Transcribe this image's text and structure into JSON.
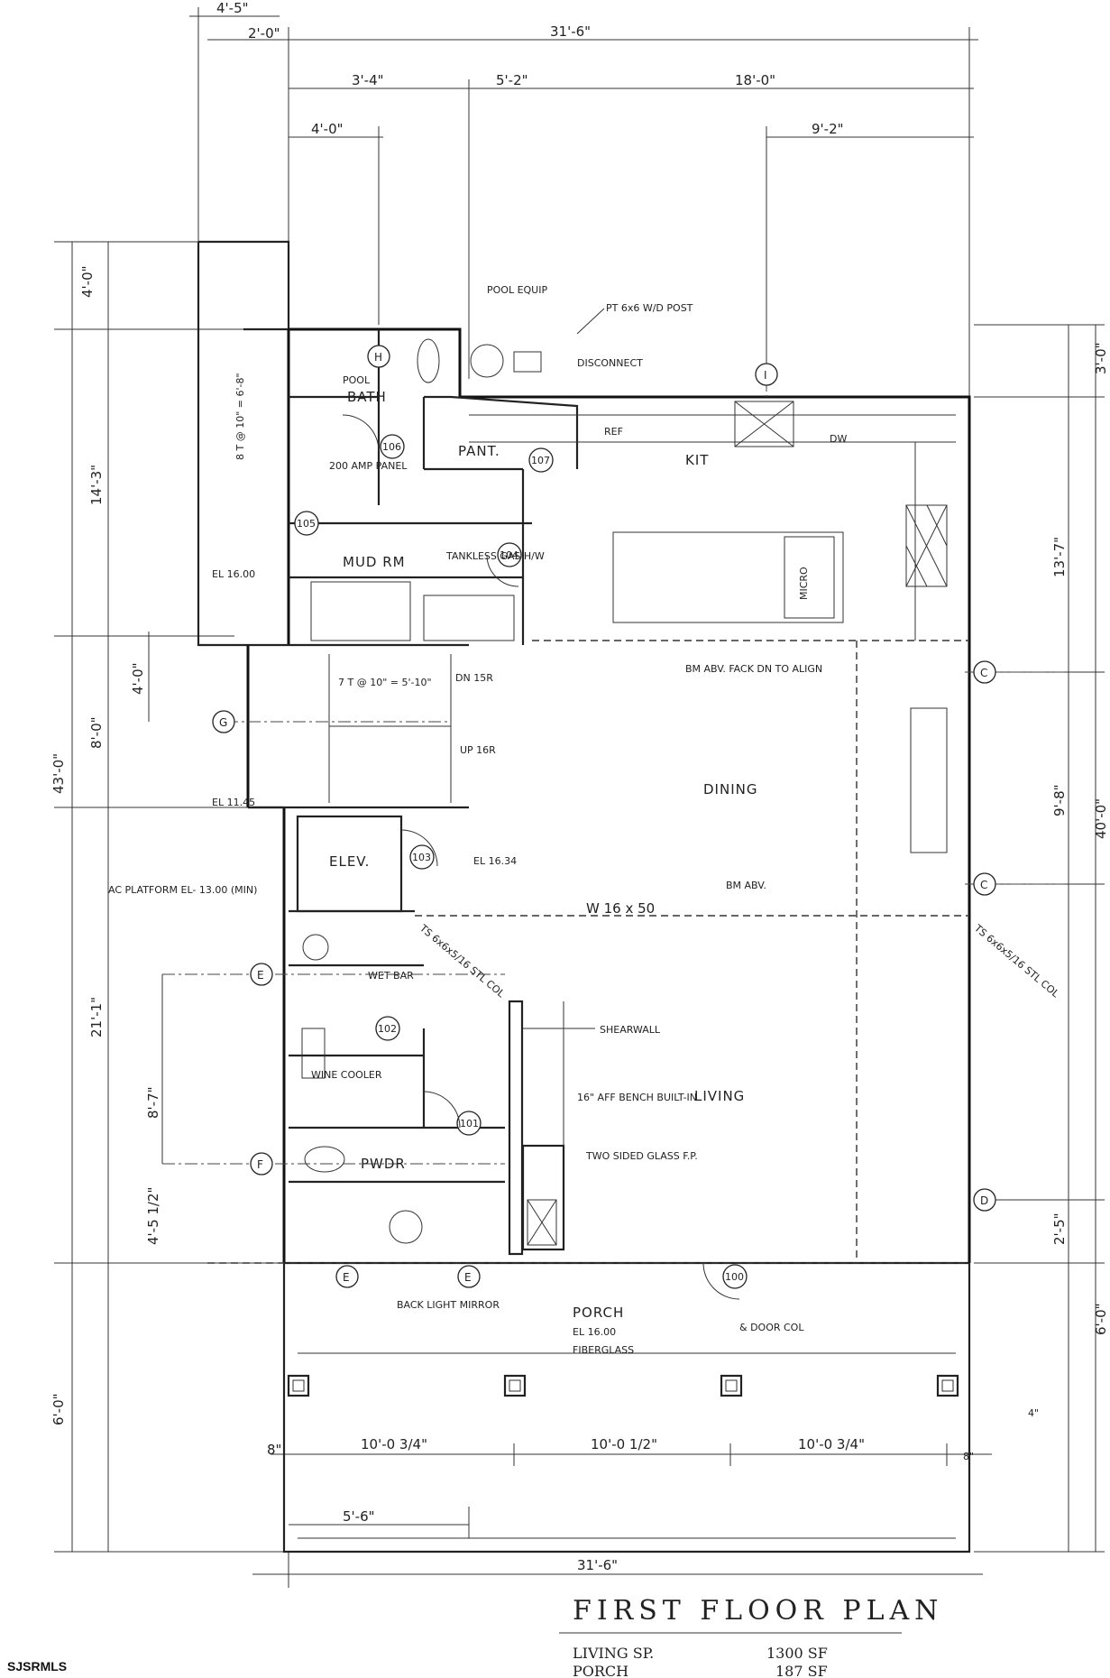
{
  "title": "FIRST FLOOR PLAN",
  "areas": [
    {
      "label": "LIVING SP.",
      "value": "1300 SF"
    },
    {
      "label": "PORCH",
      "value": "187 SF"
    }
  ],
  "watermark": "SJSRMLS",
  "dims": {
    "top_overall": "31'-6\"",
    "top_a": "4'-5\"",
    "top_b": "2'-0\"",
    "top_c": "3'-4\"",
    "top_d": "5'-2\"",
    "top_e": "18'-0\"",
    "top_f": "4'-0\"",
    "top_g": "9'-2\"",
    "left_overall": "43'-0\"",
    "left_a": "4'-0\"",
    "left_b": "14'-3\"",
    "left_c": "8'-0\"",
    "left_d": "21'-1\"",
    "left_e": "6'-0\"",
    "left_f": "4'-0\"",
    "left_g": "8'-7\"",
    "left_h": "4'-5 1/2\"",
    "right_overall": "40'-0\"",
    "right_a": "3'-0\"",
    "right_b": "13'-7\"",
    "right_c": "9'-8\"",
    "right_d": "2'-5\"",
    "right_e": "6'-0\"",
    "bot_overall": "31'-6\"",
    "bot_a": "8\"",
    "bot_b": "10'-0 3/4\"",
    "bot_c": "10'-0 1/2\"",
    "bot_d": "10'-0 3/4\"",
    "bot_e": "5'-6\"",
    "bot_f": "4\"",
    "bot_g": "8\""
  },
  "rooms": {
    "bath": "BATH",
    "pool_bath": "POOL",
    "pant": "PANT.",
    "kit": "KIT",
    "mud": "MUD RM",
    "dining": "DINING",
    "elev": "ELEV.",
    "living": "LIVING",
    "pwdr": "PWDR",
    "porch": "PORCH",
    "wetbar": "WET BAR",
    "wine": "WINE COOLER"
  },
  "notes": {
    "pool_equip": "POOL EQUIP",
    "post": "PT 6x6 W/D POST",
    "disconnect": "DISCONNECT",
    "ref": "REF",
    "dw": "DW",
    "micro": "MICRO",
    "tankless": "TANKLESS GAS H/W",
    "broom": "200 AMP PANEL",
    "beam_abv": "BM ABV. FACK DN TO ALIGN",
    "dn": "DN 15R",
    "up": "UP 16R",
    "el_stair": "EL 11.45",
    "el_main": "EL 16.34",
    "el_porch": "EL 16.00",
    "fiberglass": "FIBERGLASS",
    "el_platform": "EL 16.00",
    "ac": "AC PLATFORM EL- 13.00 (MIN)",
    "beam": "W 16 x 50",
    "beam_abv2": "BM ABV.",
    "ts_col": "TS 6x6x5/16 STL COL",
    "ts_col2": "TS 6x6x5/16 STL COL",
    "shearwall": "SHEARWALL",
    "bench": "16\" AFF BENCH BUILT-IN",
    "fp": "TWO SIDED GLASS F.P.",
    "mirror": "BACK LIGHT MIRROR",
    "col": "& DOOR COL",
    "stair_a": "7 T @ 10\" = 5'-10\"",
    "stair_b": "8 T @ 10\" = 6'-8\""
  },
  "doors": [
    "100",
    "101",
    "102",
    "103",
    "104",
    "105",
    "106",
    "107"
  ],
  "grid_marks": [
    "H",
    "I",
    "C",
    "C",
    "G",
    "E",
    "F",
    "D",
    "E",
    "E"
  ]
}
